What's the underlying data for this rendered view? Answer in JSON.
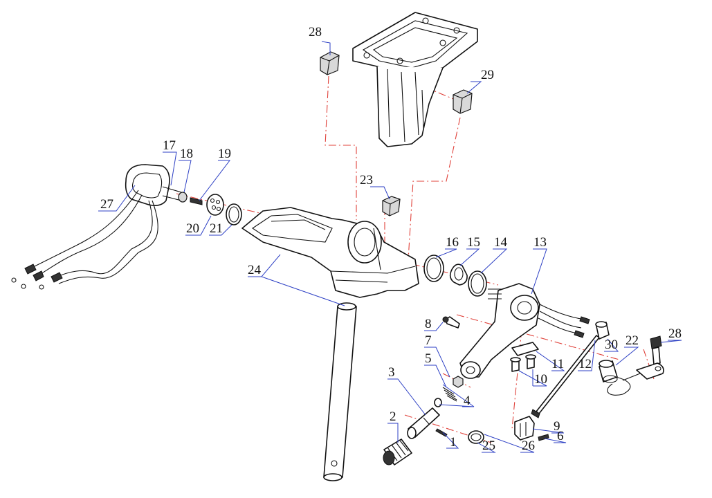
{
  "diagram": {
    "part_numbers": [
      "1",
      "2",
      "3",
      "4",
      "5",
      "6",
      "7",
      "8",
      "9",
      "10",
      "11",
      "12",
      "13",
      "14",
      "15",
      "16",
      "17",
      "18",
      "19",
      "20",
      "21",
      "22",
      "23",
      "24",
      "25",
      "26",
      "27",
      "28",
      "28",
      "29",
      "30"
    ]
  },
  "colors": {
    "outline": "#111111",
    "centerline": "#e0413a",
    "leader": "#2c3fc4"
  }
}
